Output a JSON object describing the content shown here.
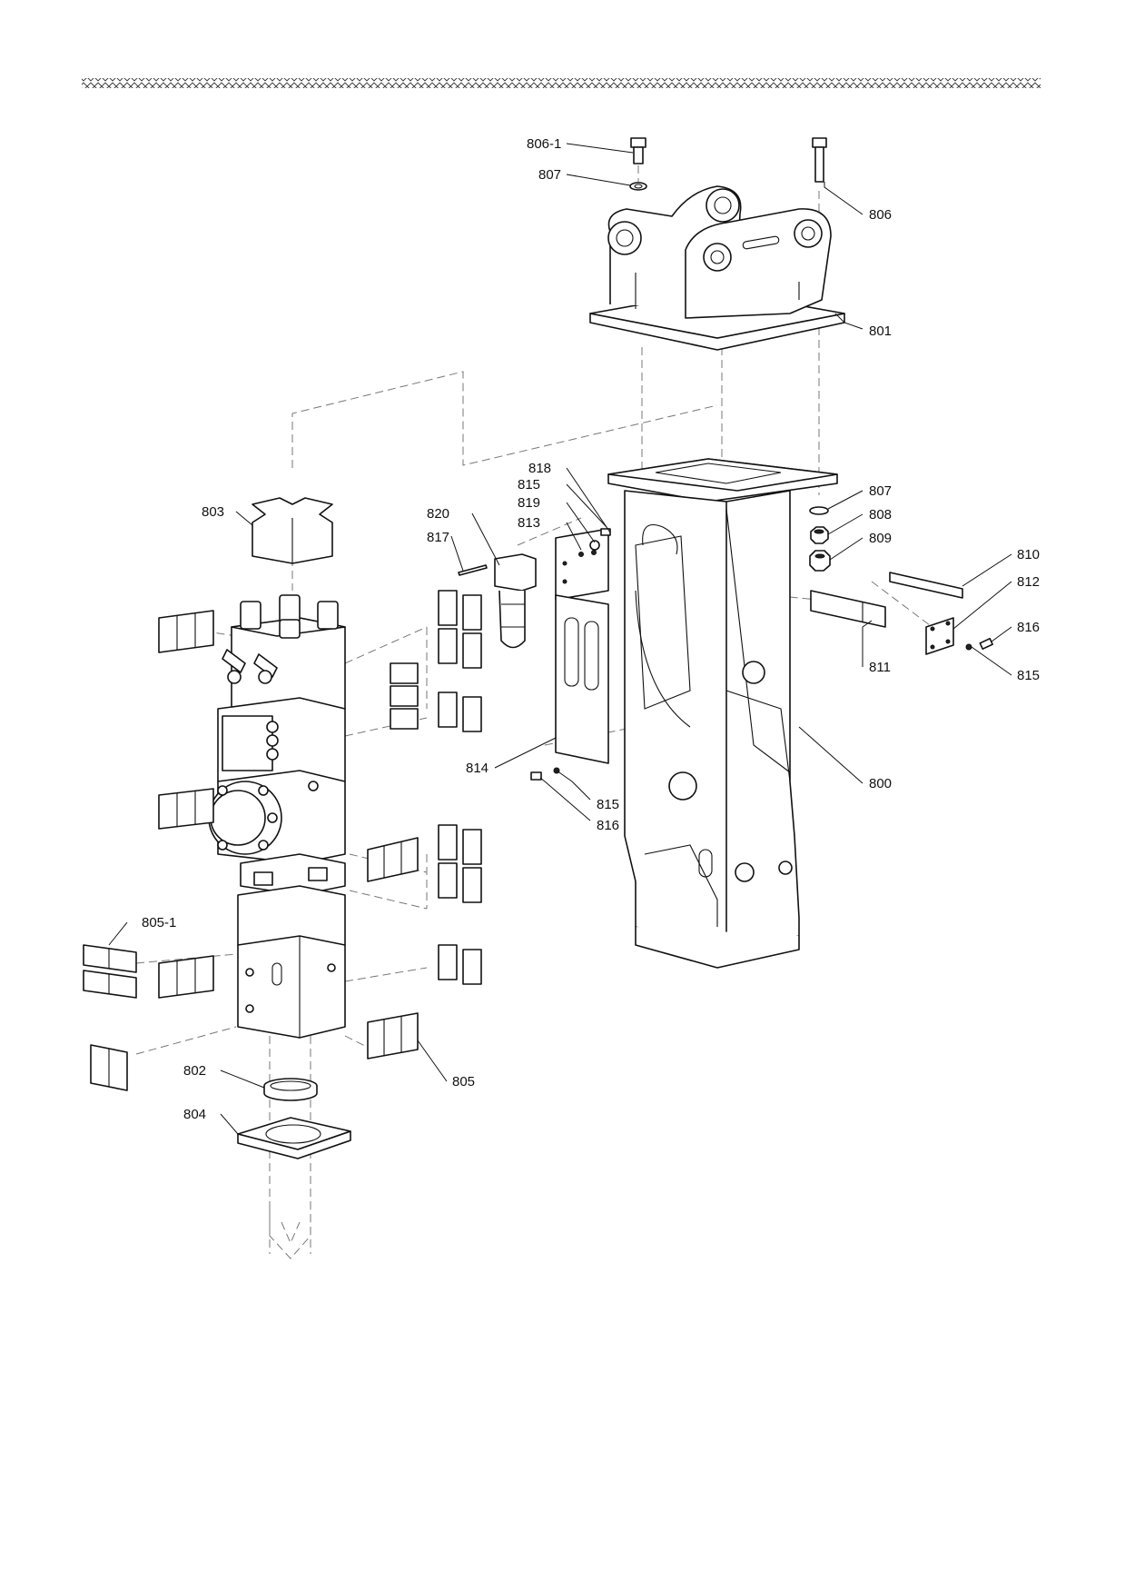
{
  "labels": {
    "l806_1": "806-1",
    "l807_top": "807",
    "l806": "806",
    "l801": "801",
    "l818": "818",
    "l815_a": "815",
    "l819": "819",
    "l813": "813",
    "l820": "820",
    "l803": "803",
    "l817": "817",
    "l807": "807",
    "l808": "808",
    "l809": "809",
    "l810": "810",
    "l812": "812",
    "l816_a": "816",
    "l811": "811",
    "l815_b": "815",
    "l814": "814",
    "l815_c": "815",
    "l816_b": "816",
    "l800": "800",
    "l805_1": "805-1",
    "l802": "802",
    "l805": "805",
    "l804": "804"
  }
}
